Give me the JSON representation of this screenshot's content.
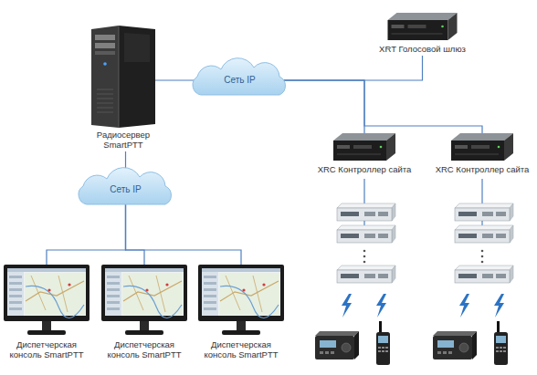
{
  "diagram": {
    "nodes": [
      {
        "text": [
          "Радиосервер SmartPTT"
        ]
      },
      {
        "text": [
          "Сеть IP"
        ]
      },
      {
        "text": [
          "XRT Голосовой шлюз"
        ]
      },
      {
        "text": [
          "XRC Контроллер сайта"
        ]
      },
      {
        "text": [
          "XRC Контроллер сайта"
        ]
      },
      {
        "text": [
          "Сеть IP"
        ]
      },
      {
        "text": [
          "Диспетчерская консоль SmartPTT"
        ]
      },
      {
        "text": [
          "Диспетчерская консоль SmartPTT"
        ]
      },
      {
        "text": [
          "Диспетчерская консоль SmartPTT"
        ]
      }
    ],
    "edges": [
      {
        "from": 0,
        "to": 1,
        "arrow": "none"
      },
      {
        "from": 1,
        "to": 2,
        "arrow": "none"
      },
      {
        "from": 1,
        "to": 3,
        "arrow": "none"
      },
      {
        "from": 1,
        "to": 4,
        "arrow": "none"
      },
      {
        "from": 0,
        "to": 5,
        "arrow": "none"
      },
      {
        "from": 5,
        "to": 6,
        "arrow": "none"
      },
      {
        "from": 5,
        "to": 7,
        "arrow": "none"
      },
      {
        "from": 5,
        "to": 8,
        "arrow": "none"
      }
    ]
  }
}
